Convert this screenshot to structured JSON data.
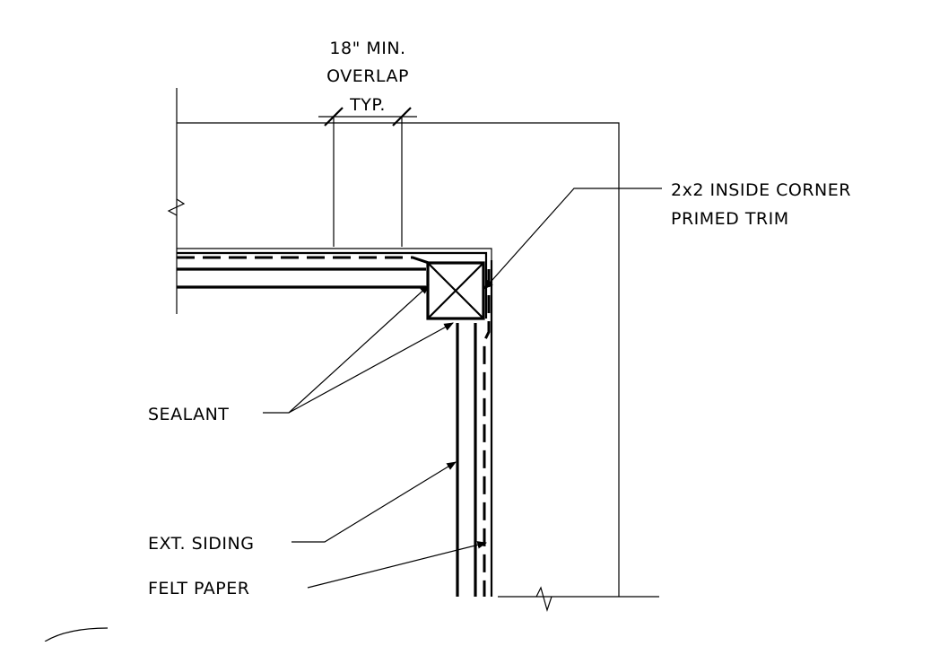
{
  "labels": {
    "overlap_line1": "18\" MIN.",
    "overlap_line2": "OVERLAP",
    "overlap_line3": "TYP.",
    "corner_trim_line1": "2x2 INSIDE CORNER",
    "corner_trim_line2": "PRIMED TRIM",
    "sealant": "SEALANT",
    "ext_siding": "EXT. SIDING",
    "felt_paper": "FELT PAPER"
  }
}
